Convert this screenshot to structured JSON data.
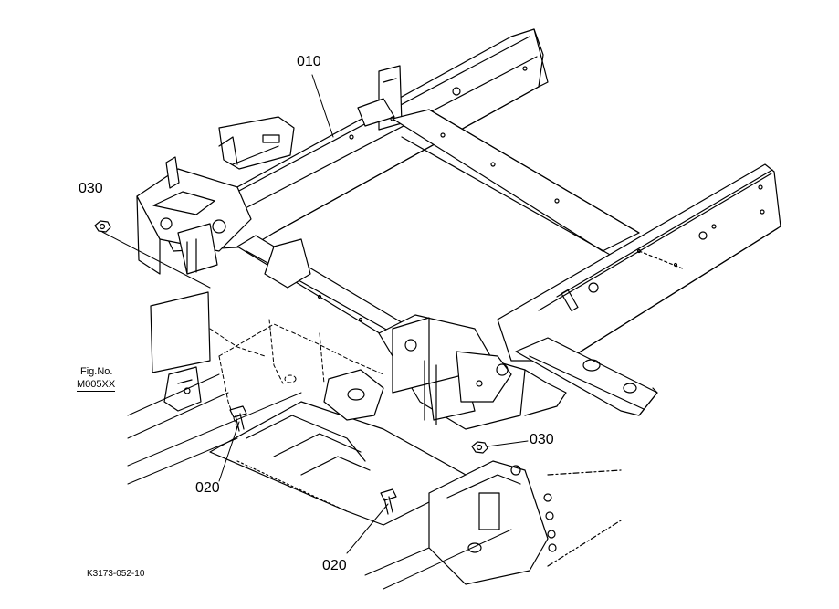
{
  "callouts": {
    "frame": "010",
    "bolt_left": "020",
    "bolt_right": "020",
    "nut_left": "030",
    "nut_right": "030"
  },
  "fig_reference": {
    "label": "Fig.No.",
    "number": "M005XX"
  },
  "drawing_code": "K3173-052-10"
}
